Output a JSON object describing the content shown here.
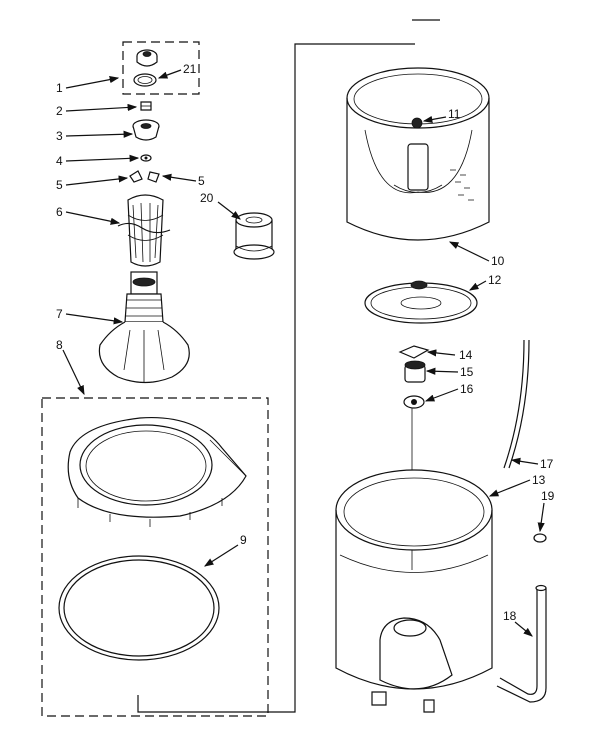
{
  "diagram": {
    "callouts": {
      "c1": "1",
      "c21": "21",
      "c2": "2",
      "c3": "3",
      "c4": "4",
      "c5a": "5",
      "c5b": "5",
      "c6": "6",
      "c20": "20",
      "c7": "7",
      "c8": "8",
      "c9": "9",
      "c11": "11",
      "c10": "10",
      "c12": "12",
      "c14": "14",
      "c15": "15",
      "c16": "16",
      "c17": "17",
      "c13": "13",
      "c19": "19",
      "c18": "18"
    },
    "colors": {
      "ink": "#111111",
      "paper": "#ffffff"
    }
  }
}
